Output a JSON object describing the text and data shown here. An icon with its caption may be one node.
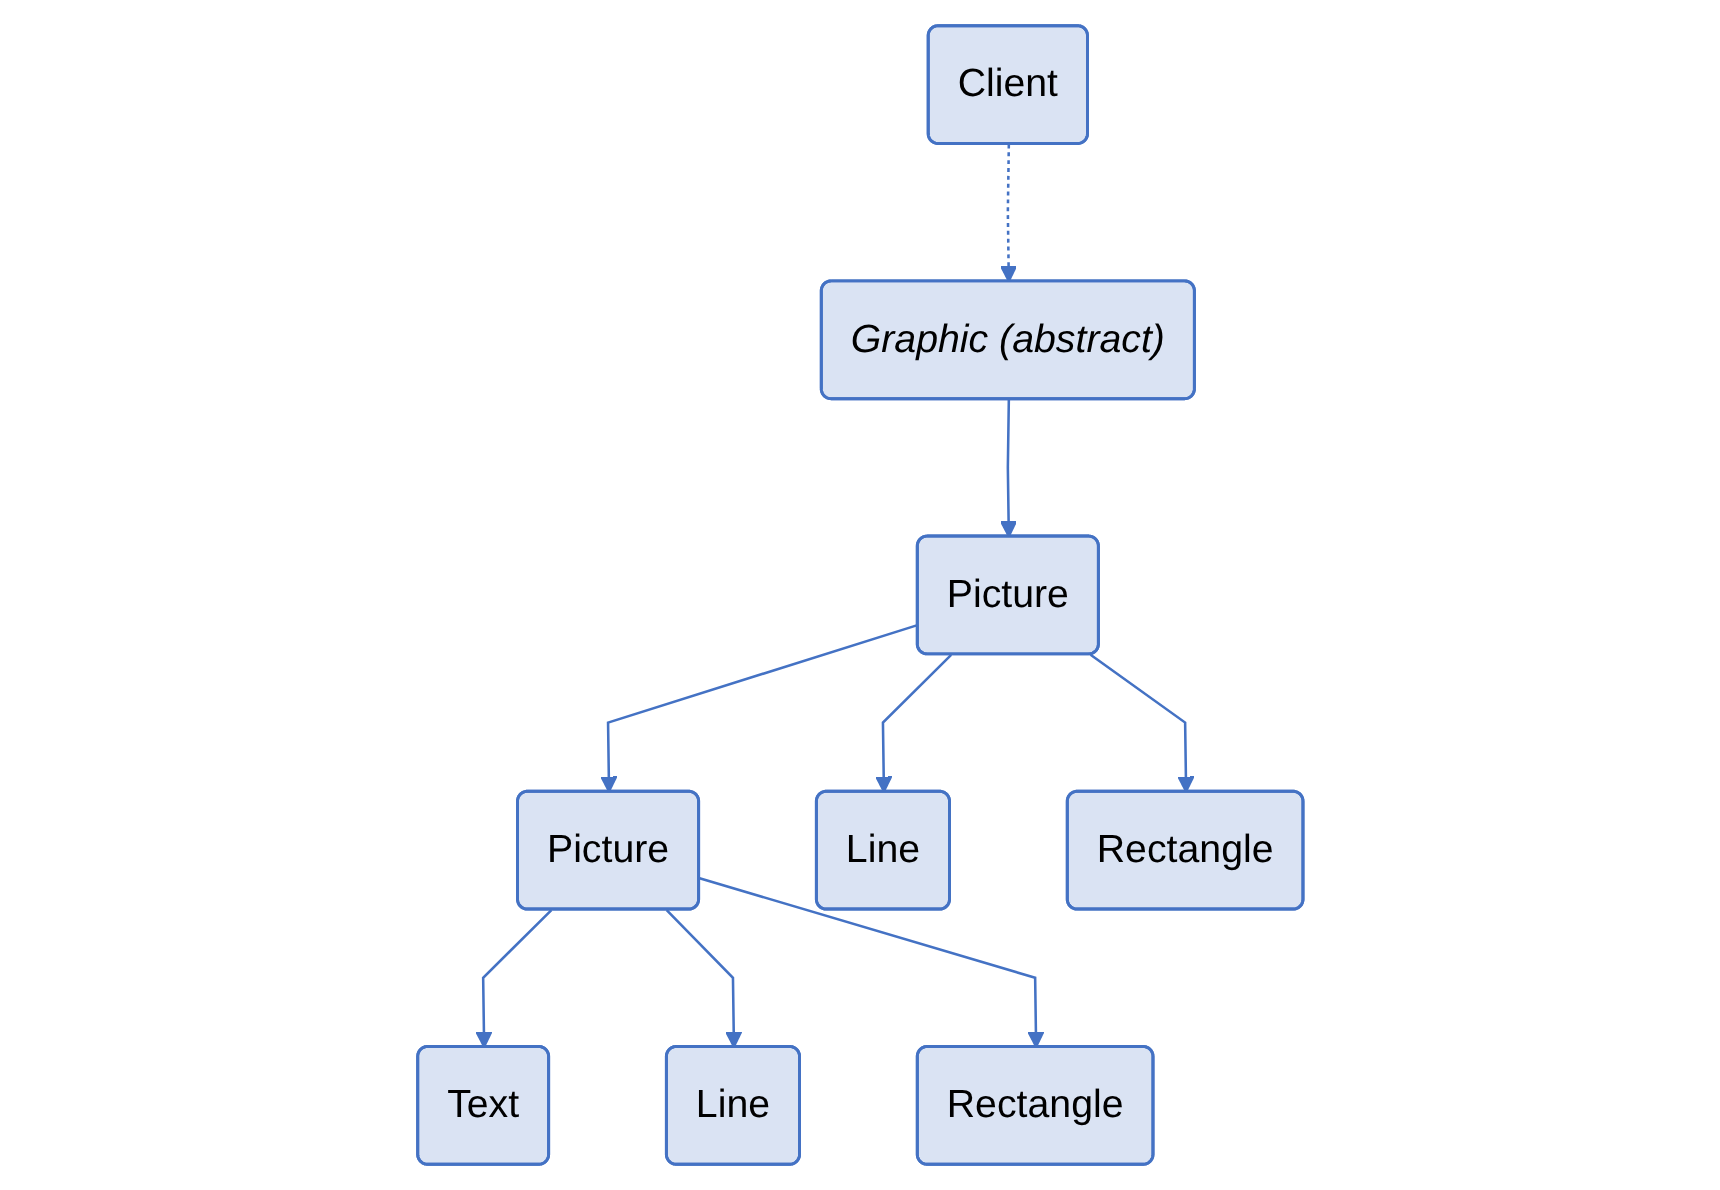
{
  "diagram": {
    "nodes": [
      {
        "text": [
          "Graphic (abstract)"
        ]
      },
      {
        "text": [
          "Client"
        ]
      },
      {
        "text": [
          "Picture"
        ]
      },
      {
        "text": [
          "Picture"
        ]
      },
      {
        "text": [
          "Line"
        ]
      },
      {
        "text": [
          "Rectangle"
        ]
      },
      {
        "text": [
          "Text"
        ]
      },
      {
        "text": [
          "Line"
        ]
      },
      {
        "text": [
          "Rectangle"
        ]
      }
    ],
    "edges": [
      {
        "from": 1,
        "to": 0,
        "arrow": "to",
        "style": "dashed"
      },
      {
        "from": 0,
        "to": 2,
        "arrow": "to"
      },
      {
        "from": 2,
        "to": 3,
        "arrow": "to"
      },
      {
        "from": 2,
        "to": 4,
        "arrow": "to"
      },
      {
        "from": 2,
        "to": 5,
        "arrow": "to"
      },
      {
        "from": 3,
        "to": 6,
        "arrow": "to"
      },
      {
        "from": 3,
        "to": 7,
        "arrow": "to"
      },
      {
        "from": 3,
        "to": 8,
        "arrow": "to"
      }
    ]
  }
}
